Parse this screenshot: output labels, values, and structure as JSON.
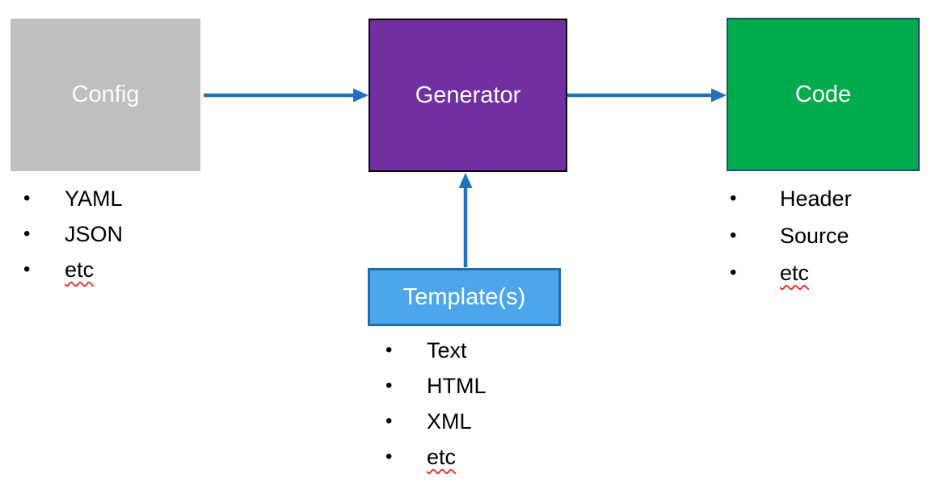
{
  "diagram": {
    "bullet_glyph": "•",
    "boxes": {
      "config": {
        "label": "Config",
        "fill": "#BFBFBF",
        "text_color": "#FFFFFF"
      },
      "generator": {
        "label": "Generator",
        "fill": "#7030A0",
        "border_color": "#000000",
        "text_color": "#FFFFFF"
      },
      "code": {
        "label": "Code",
        "fill": "#00AB4E",
        "border_color": "#1F4E79",
        "text_color": "#FFFFFF"
      },
      "template": {
        "label": "Template(s)",
        "fill": "#4DA6EB",
        "border_color": "#1E6CB0",
        "text_color": "#FFFFFF"
      }
    },
    "lists": {
      "config": [
        "YAML",
        "JSON",
        "etc"
      ],
      "code": [
        "Header",
        "Source",
        "etc"
      ],
      "template": [
        "Text",
        "HTML",
        "XML",
        "etc"
      ]
    },
    "arrows": {
      "color": "#1F72BC",
      "connections": [
        {
          "from": "Config",
          "to": "Generator"
        },
        {
          "from": "Generator",
          "to": "Code"
        },
        {
          "from": "Template(s)",
          "to": "Generator"
        }
      ]
    },
    "spellcheck_underline_color": "#E03C31"
  }
}
